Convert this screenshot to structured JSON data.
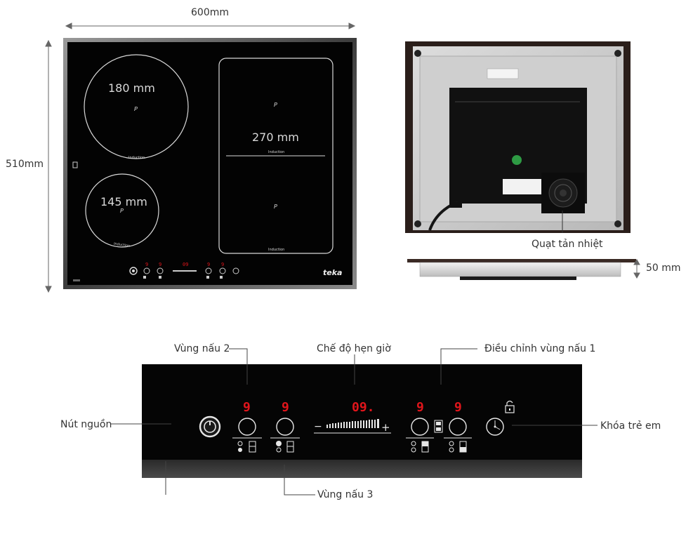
{
  "dimensions": {
    "width": "600mm",
    "depth": "510mm",
    "height": "50 mm"
  },
  "hob_top": {
    "zones": [
      {
        "size": "180 mm",
        "power": "P",
        "type": "Induction"
      },
      {
        "size": "145 mm",
        "power": "P",
        "type": "Induction"
      },
      {
        "size": "270 mm",
        "power": "P",
        "type": "Induction",
        "power_lower": "P"
      }
    ],
    "brand": "teka",
    "mini_display_timer": "09",
    "mini_display_digit": "9"
  },
  "bottom_view": {
    "fan_label": "Quạt tản nhiệt"
  },
  "control_panel": {
    "labels": {
      "zone2": "Vùng nấu 2",
      "timer": "Chế độ hẹn giờ",
      "zone1_adjust": "Điều chỉnh vùng nấu 1",
      "power": "Nút nguồn",
      "child_lock": "Khóa trẻ em",
      "zone3": "Vùng nấu 3"
    },
    "displays": {
      "zone_a": "9",
      "zone_b": "9",
      "timer": "09.",
      "zone_c": "9",
      "zone_d": "9"
    },
    "slider": {
      "minus": "−",
      "plus": "+"
    },
    "colors": {
      "panel": "#050505",
      "led": "#e0151b",
      "lines": "#e6e6e6"
    }
  }
}
